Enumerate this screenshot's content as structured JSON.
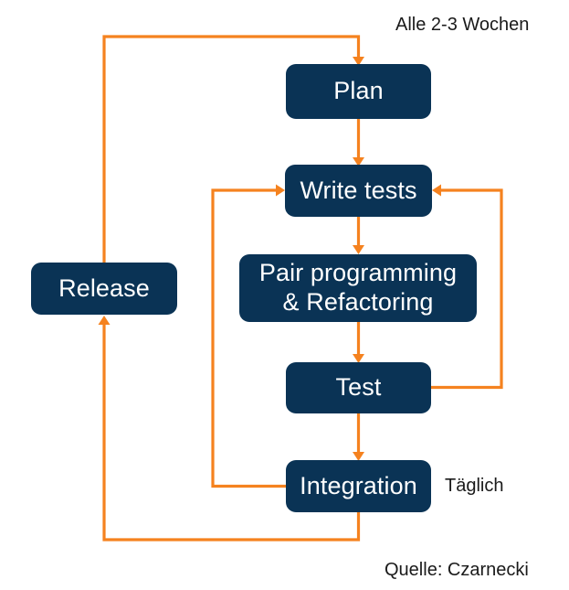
{
  "diagram": {
    "title": "Agile development cycle (XP) flow diagram",
    "colors": {
      "node_fill": "#0a3355",
      "node_text": "#ffffff",
      "connector": "#f5821f",
      "annotation_text": "#1a1a1a",
      "background": "#ffffff"
    },
    "nodes": [
      {
        "id": "plan",
        "label": "Plan"
      },
      {
        "id": "write-tests",
        "label": "Write tests"
      },
      {
        "id": "pair-programming",
        "label": "Pair programming\n& Refactoring"
      },
      {
        "id": "test",
        "label": "Test"
      },
      {
        "id": "integration",
        "label": "Integration"
      },
      {
        "id": "release",
        "label": "Release"
      }
    ],
    "annotations": [
      {
        "id": "cycle-weeks",
        "label": "Alle 2-3 Wochen"
      },
      {
        "id": "cycle-daily",
        "label": "Täglich"
      },
      {
        "id": "source",
        "label": "Quelle: Czarnecki"
      }
    ],
    "edges": [
      {
        "from": "release",
        "to": "plan",
        "label": ""
      },
      {
        "from": "plan",
        "to": "write-tests",
        "label": ""
      },
      {
        "from": "write-tests",
        "to": "pair-programming",
        "label": ""
      },
      {
        "from": "pair-programming",
        "to": "test",
        "label": ""
      },
      {
        "from": "test",
        "to": "write-tests",
        "label": ""
      },
      {
        "from": "test",
        "to": "integration",
        "label": ""
      },
      {
        "from": "integration",
        "to": "write-tests",
        "label": ""
      },
      {
        "from": "integration",
        "to": "release",
        "label": ""
      }
    ]
  }
}
